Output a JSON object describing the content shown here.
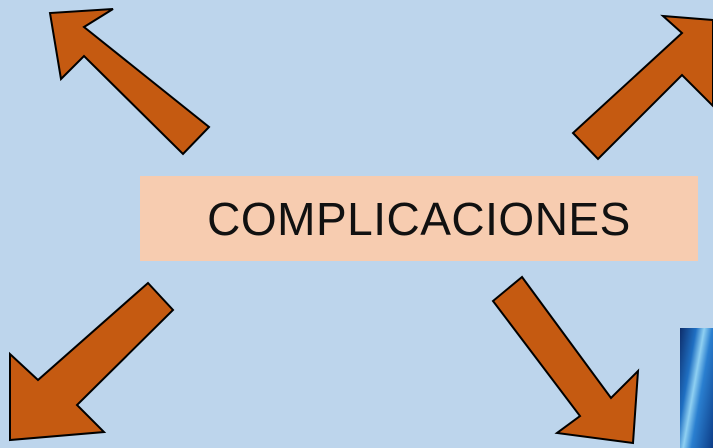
{
  "diagram": {
    "title": "COMPLICACIONES",
    "arrows": [
      {
        "id": "arrow-top-left",
        "direction": "up-left"
      },
      {
        "id": "arrow-top-right",
        "direction": "up-right"
      },
      {
        "id": "arrow-bottom-left",
        "direction": "down-left"
      },
      {
        "id": "arrow-bottom-right",
        "direction": "down-right"
      }
    ]
  },
  "colors": {
    "background": "#bdd5ec",
    "arrow_fill": "#c55a11",
    "arrow_stroke": "#000000",
    "title_box": "#f7ccb0"
  }
}
